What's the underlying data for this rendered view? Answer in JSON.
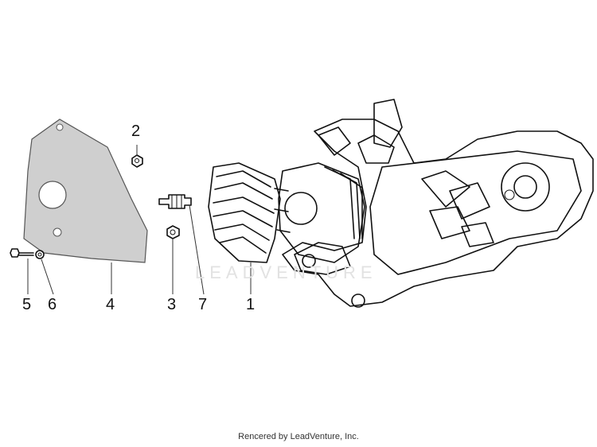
{
  "diagram": {
    "callouts": [
      {
        "id": "5",
        "label": "5"
      },
      {
        "id": "6",
        "label": "6"
      },
      {
        "id": "4",
        "label": "4"
      },
      {
        "id": "3",
        "label": "3"
      },
      {
        "id": "7",
        "label": "7"
      },
      {
        "id": "1",
        "label": "1"
      },
      {
        "id": "2",
        "label": "2"
      }
    ],
    "watermark": "LEADVENTURE",
    "footer": "Rencered by LeadVenture, Inc."
  },
  "colors": {
    "line": "#111111",
    "shade": "#cfcfcf",
    "watermark": "#e2e2e2"
  }
}
